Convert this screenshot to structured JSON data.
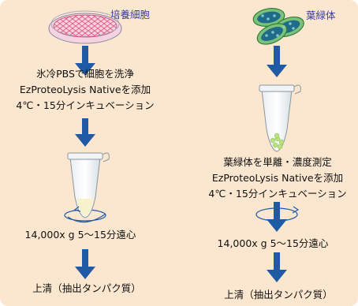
{
  "diagram": {
    "left_column": {
      "caption": "培養細胞",
      "step1": [
        "氷冷PBSで細胞を洗浄",
        "EzProteoLysis Nativeを添加",
        "4℃・15分インキュベーション"
      ],
      "step2": "14,000x g 5～15分遠心",
      "result": "上清（抽出タンパク質）"
    },
    "right_column": {
      "caption": "葉緑体",
      "step1": [
        "葉緑体を単離・濃度測定",
        "EzProteoLysis Nativeを添加",
        "4℃・15分インキュベーション"
      ],
      "step2": "14,000x g 5～15分遠心",
      "result": "上清（抽出タンパク質）"
    },
    "colors": {
      "background": "#fbe7cf",
      "arrow": "#1f5aa6",
      "caption_text": "#3a3fa0",
      "dish": "#f3c6d8",
      "chloroplast": "#2f7d3a",
      "pellet": "#b8e080"
    },
    "icons": [
      "culture-dish-icon",
      "chloroplast-icon",
      "microtube-icon",
      "centrifuge-rotation-icon",
      "down-arrow-icon"
    ]
  }
}
